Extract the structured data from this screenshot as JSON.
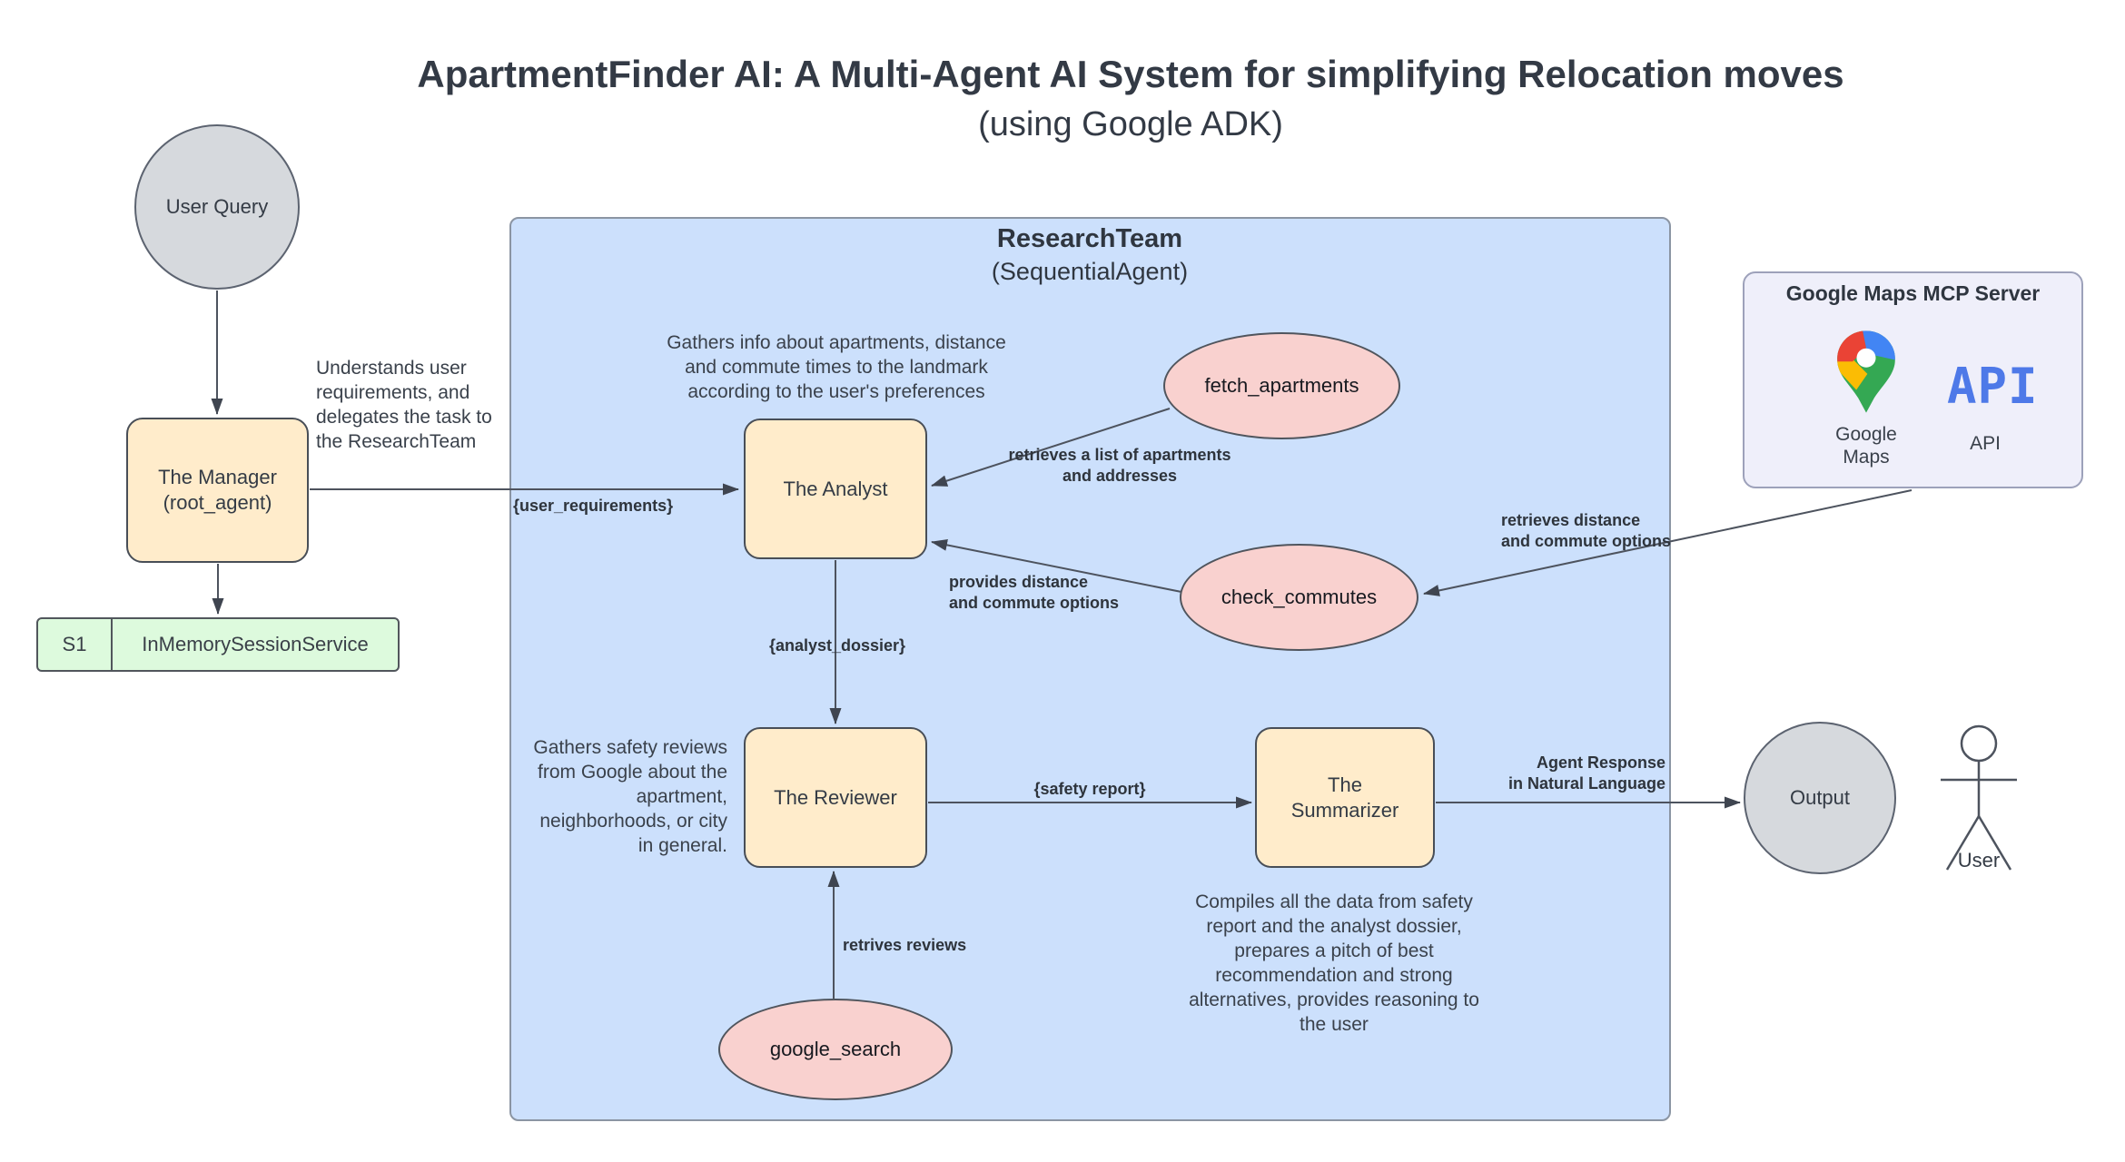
{
  "title": {
    "main": "ApartmentFinder AI: A Multi-Agent AI System for simplifying Relocation moves",
    "subtitle": "(using Google ADK)"
  },
  "research_team": {
    "title": "ResearchTeam",
    "subtitle": "(SequentialAgent)"
  },
  "nodes": {
    "user_query": "User Query",
    "manager": "The Manager\n(root_agent)",
    "analyst": "The Analyst",
    "reviewer": "The Reviewer",
    "summarizer": "The\nSummarizer",
    "output": "Output",
    "user": "User"
  },
  "tools": {
    "fetch_apartments": "fetch_apartments",
    "check_commutes": "check_commutes",
    "google_search": "google_search"
  },
  "session": {
    "id": "S1",
    "service": "InMemorySessionService"
  },
  "mcp_server": {
    "title": "Google Maps MCP Server",
    "maps_caption": "Google\nMaps",
    "api_glyph": "API",
    "api_caption": "API"
  },
  "notes": {
    "manager_note": "Understands user\nrequirements, and\ndelegates the task to\nthe ResearchTeam",
    "analyst_note": "Gathers info about apartments, distance\nand commute times to the landmark\naccording to the user's preferences",
    "reviewer_note": "Gathers safety reviews\nfrom Google about the\napartment,\nneighborhoods, or city\nin general.",
    "summarizer_note": "Compiles all the data from safety\nreport and the analyst dossier,\nprepares a pitch of best\nrecommendation and strong\nalternatives, provides reasoning to\nthe user"
  },
  "edge_labels": {
    "user_requirements": "{user_requirements}",
    "analyst_dossier": "{analyst_dossier}",
    "safety_report": "{safety report}",
    "fetch_result": "retrieves a list of apartments\nand addresses",
    "commute_result": "provides distance\nand commute options",
    "maps_result": "retrieves distance\nand commute options",
    "reviews_result": "retrives reviews",
    "agent_response": "Agent Response\nin Natural Language"
  },
  "colors": {
    "container_blue": "#cce0fc",
    "node_yellow": "#ffeccb",
    "tool_pink": "#f9d1cf",
    "session_green": "#ddfadd",
    "terminal_gray": "#d6d9dd",
    "server_lavender": "#efeffa",
    "edge_line": "#4d535e",
    "text": "#343b45",
    "api_blue": "#4e79e8",
    "pin_red": "#ea4335",
    "pin_blue": "#4285f4",
    "pin_blue_dark": "#1a73e8",
    "pin_green": "#34a853",
    "pin_yellow": "#fbbc04"
  }
}
